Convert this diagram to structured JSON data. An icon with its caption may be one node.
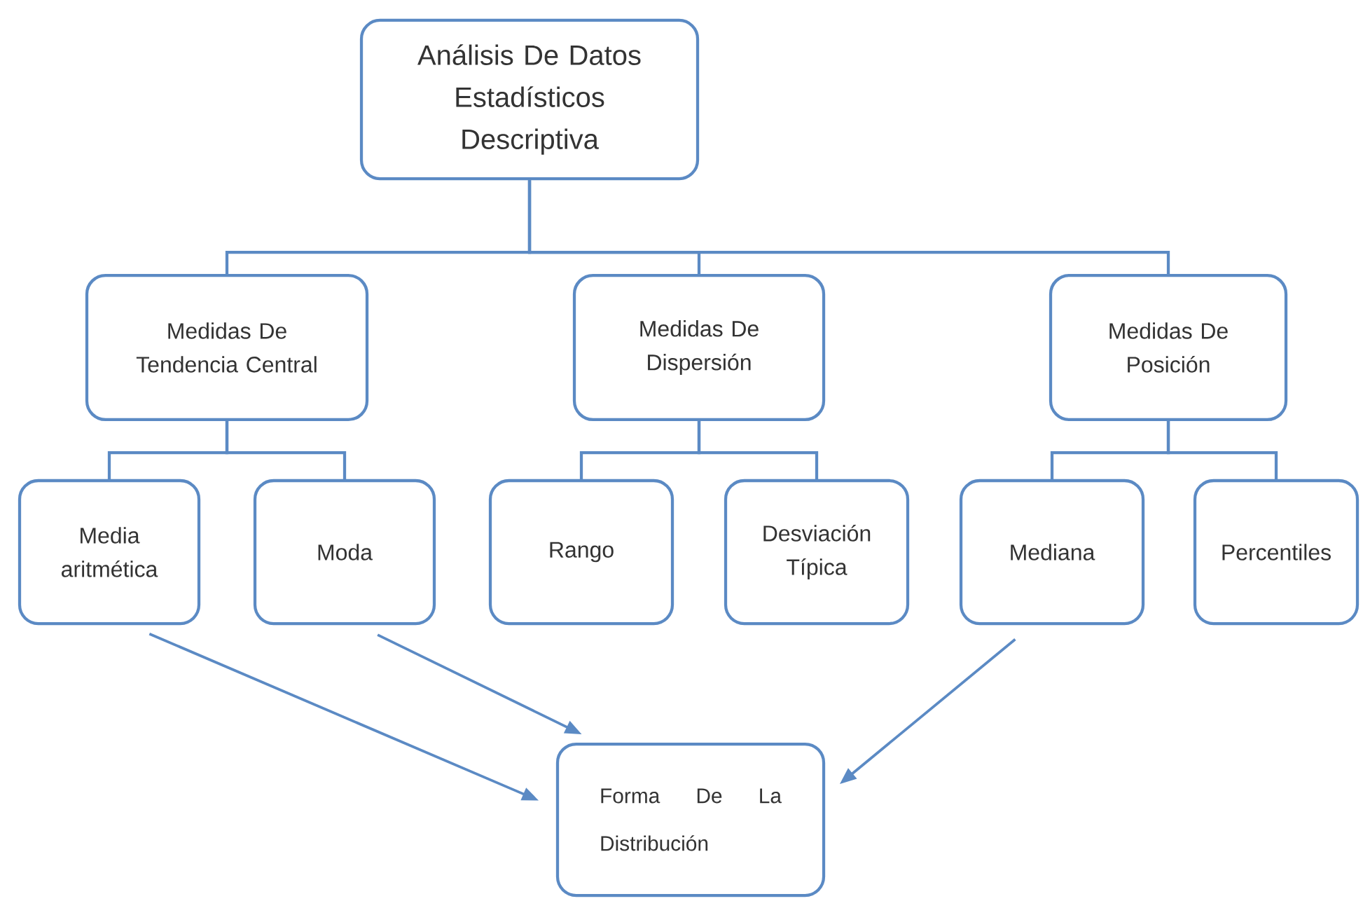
{
  "diagram": {
    "nodes": [
      {
        "text": [
          "Análisis De Datos Estadísticos Descriptiva"
        ]
      },
      {
        "text": [
          "Medidas De Tendencia Central"
        ]
      },
      {
        "text": [
          "Medidas De Dispersión"
        ]
      },
      {
        "text": [
          "Medidas De Posición"
        ]
      },
      {
        "text": [
          "Media aritmética"
        ]
      },
      {
        "text": [
          "Moda"
        ]
      },
      {
        "text": [
          "Rango"
        ]
      },
      {
        "text": [
          "Desviación Típica"
        ]
      },
      {
        "text": [
          "Mediana"
        ]
      },
      {
        "text": [
          "Percentiles"
        ]
      },
      {
        "text": [
          "Forma De La Distribución"
        ]
      }
    ],
    "edges": [
      {
        "from": 0,
        "to": 1,
        "arrow": "none"
      },
      {
        "from": 0,
        "to": 2,
        "arrow": "none"
      },
      {
        "from": 0,
        "to": 3,
        "arrow": "none"
      },
      {
        "from": 1,
        "to": 4,
        "arrow": "none"
      },
      {
        "from": 1,
        "to": 5,
        "arrow": "none"
      },
      {
        "from": 2,
        "to": 6,
        "arrow": "none"
      },
      {
        "from": 2,
        "to": 7,
        "arrow": "none"
      },
      {
        "from": 3,
        "to": 8,
        "arrow": "none"
      },
      {
        "from": 3,
        "to": 9,
        "arrow": "none"
      },
      {
        "from": 4,
        "to": 10,
        "arrow": "to"
      },
      {
        "from": 5,
        "to": 10,
        "arrow": "to"
      },
      {
        "from": 8,
        "to": 10,
        "arrow": "to"
      }
    ]
  }
}
